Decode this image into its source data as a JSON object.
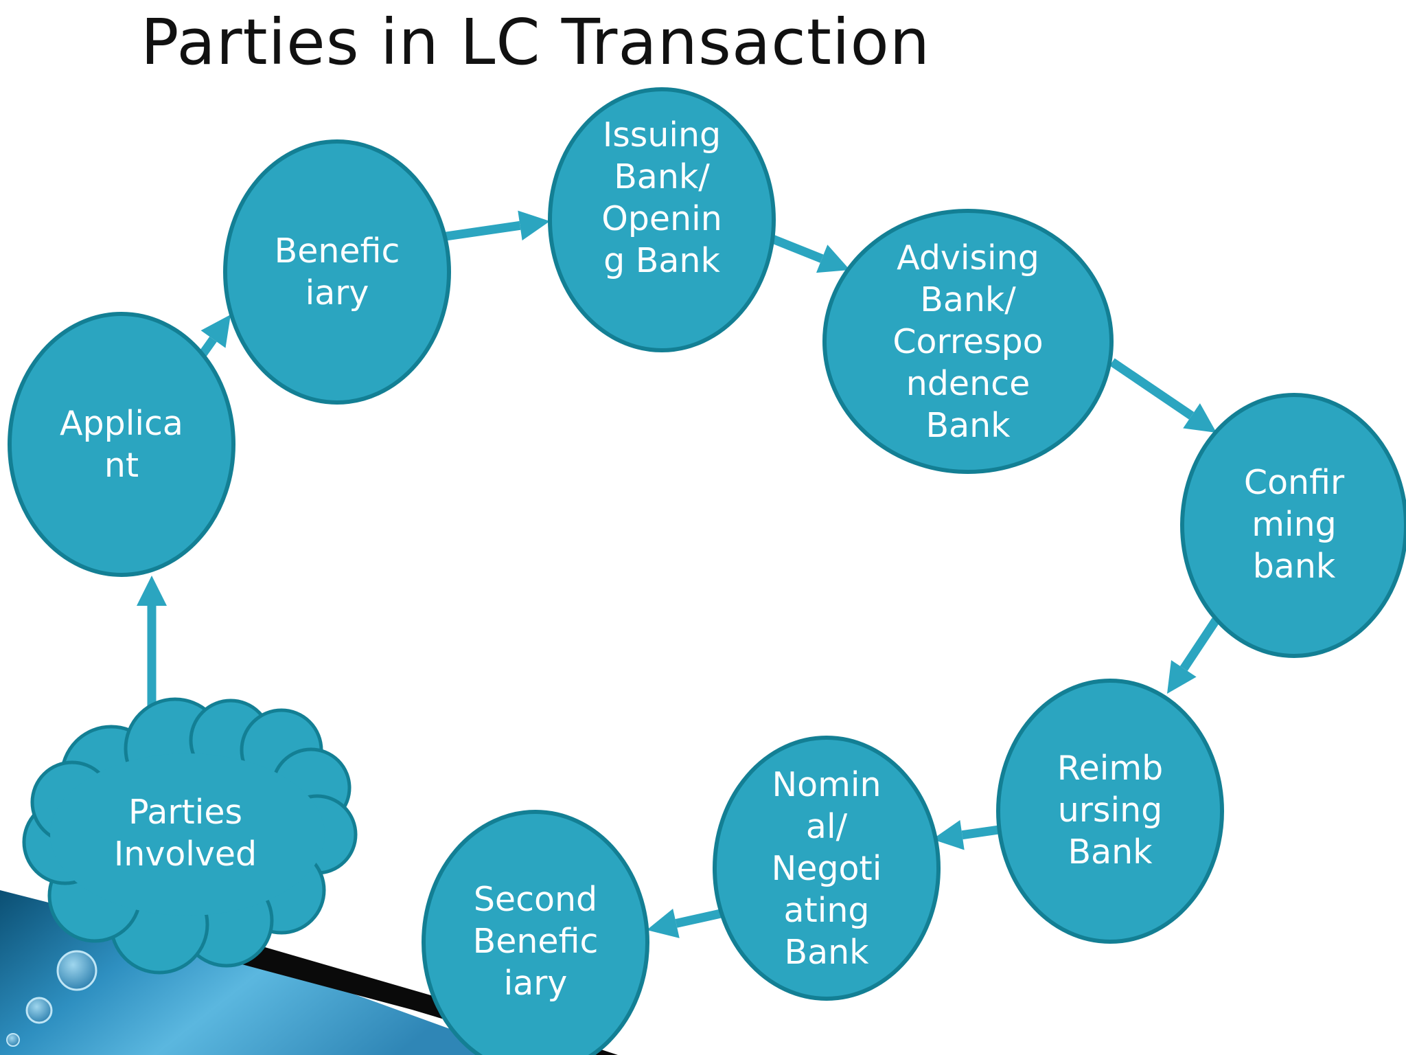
{
  "title": "Parties in LC Transaction",
  "colors": {
    "node_fill": "#2ba5c0",
    "node_stroke": "#137f94",
    "arrow": "#2ba5c0",
    "label_text": "#ffffff"
  },
  "nodes": {
    "applicant": "Applica\nnt",
    "beneficiary": "Benefic\niary",
    "issuing_bank": "Issuing\nBank/\nOpenin\ng Bank",
    "advising_bank": "Advising\nBank/\nCorrespo\nndence\nBank",
    "confirming_bank": "Confir\nming\nbank",
    "reimbursing_bank": "Reimb\nursing\nBank",
    "negotiating_bank": "Nomin\nal/\nNegoti\nating\nBank",
    "second_beneficiary": "Second\nBenefic\niary",
    "parties_involved": "Parties\nInvolved"
  },
  "flow": [
    [
      "parties_involved",
      "applicant"
    ],
    [
      "applicant",
      "beneficiary"
    ],
    [
      "beneficiary",
      "issuing_bank"
    ],
    [
      "issuing_bank",
      "advising_bank"
    ],
    [
      "advising_bank",
      "confirming_bank"
    ],
    [
      "confirming_bank",
      "reimbursing_bank"
    ],
    [
      "reimbursing_bank",
      "negotiating_bank"
    ],
    [
      "negotiating_bank",
      "second_beneficiary"
    ]
  ]
}
